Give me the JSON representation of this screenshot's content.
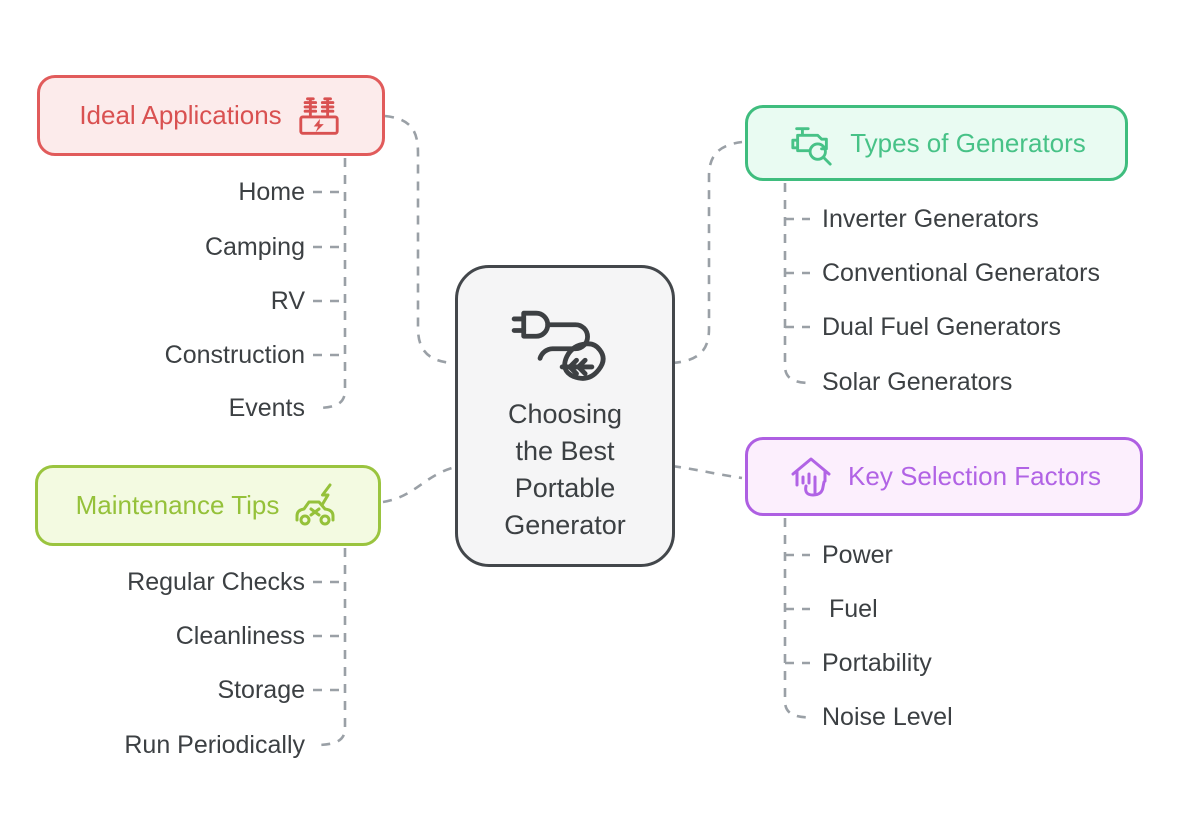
{
  "diagram": {
    "center": {
      "icon": "plug-leaf-icon",
      "lines": [
        "Choosing",
        "the Best",
        "Portable",
        "Generator"
      ]
    },
    "branches": [
      {
        "label": "Ideal Applications",
        "icon": "power-transformer-icon",
        "accent_color": "#e15b5b",
        "fill_color": "#fcebeb",
        "children": [
          "Home",
          "Camping",
          "RV",
          "Construction",
          "Events"
        ]
      },
      {
        "label": "Types of Generators",
        "icon": "engine-search-icon",
        "accent_color": "#3fbd7e",
        "fill_color": "#e9fbf2",
        "children": [
          "Inverter Generators",
          "Conventional Generators",
          "Dual Fuel Generators",
          "Solar Generators"
        ]
      },
      {
        "label": "Maintenance Tips",
        "icon": "car-service-icon",
        "accent_color": "#9ac43f",
        "fill_color": "#f3fae1",
        "children": [
          "Regular Checks",
          "Cleanliness",
          "Storage",
          "Run Periodically"
        ]
      },
      {
        "label": "Key Selection Factors",
        "icon": "house-select-icon",
        "accent_color": "#ae5fe2",
        "fill_color": "#fceffd",
        "children": [
          "Power",
          "Fuel",
          "Portability",
          "Noise Level"
        ]
      }
    ],
    "center_colors": {
      "border": "#43474b",
      "fill": "#f5f5f6",
      "text": "#3c4043"
    },
    "connector_color": "#9aa0a6",
    "child_text_color": "#3c4043"
  }
}
